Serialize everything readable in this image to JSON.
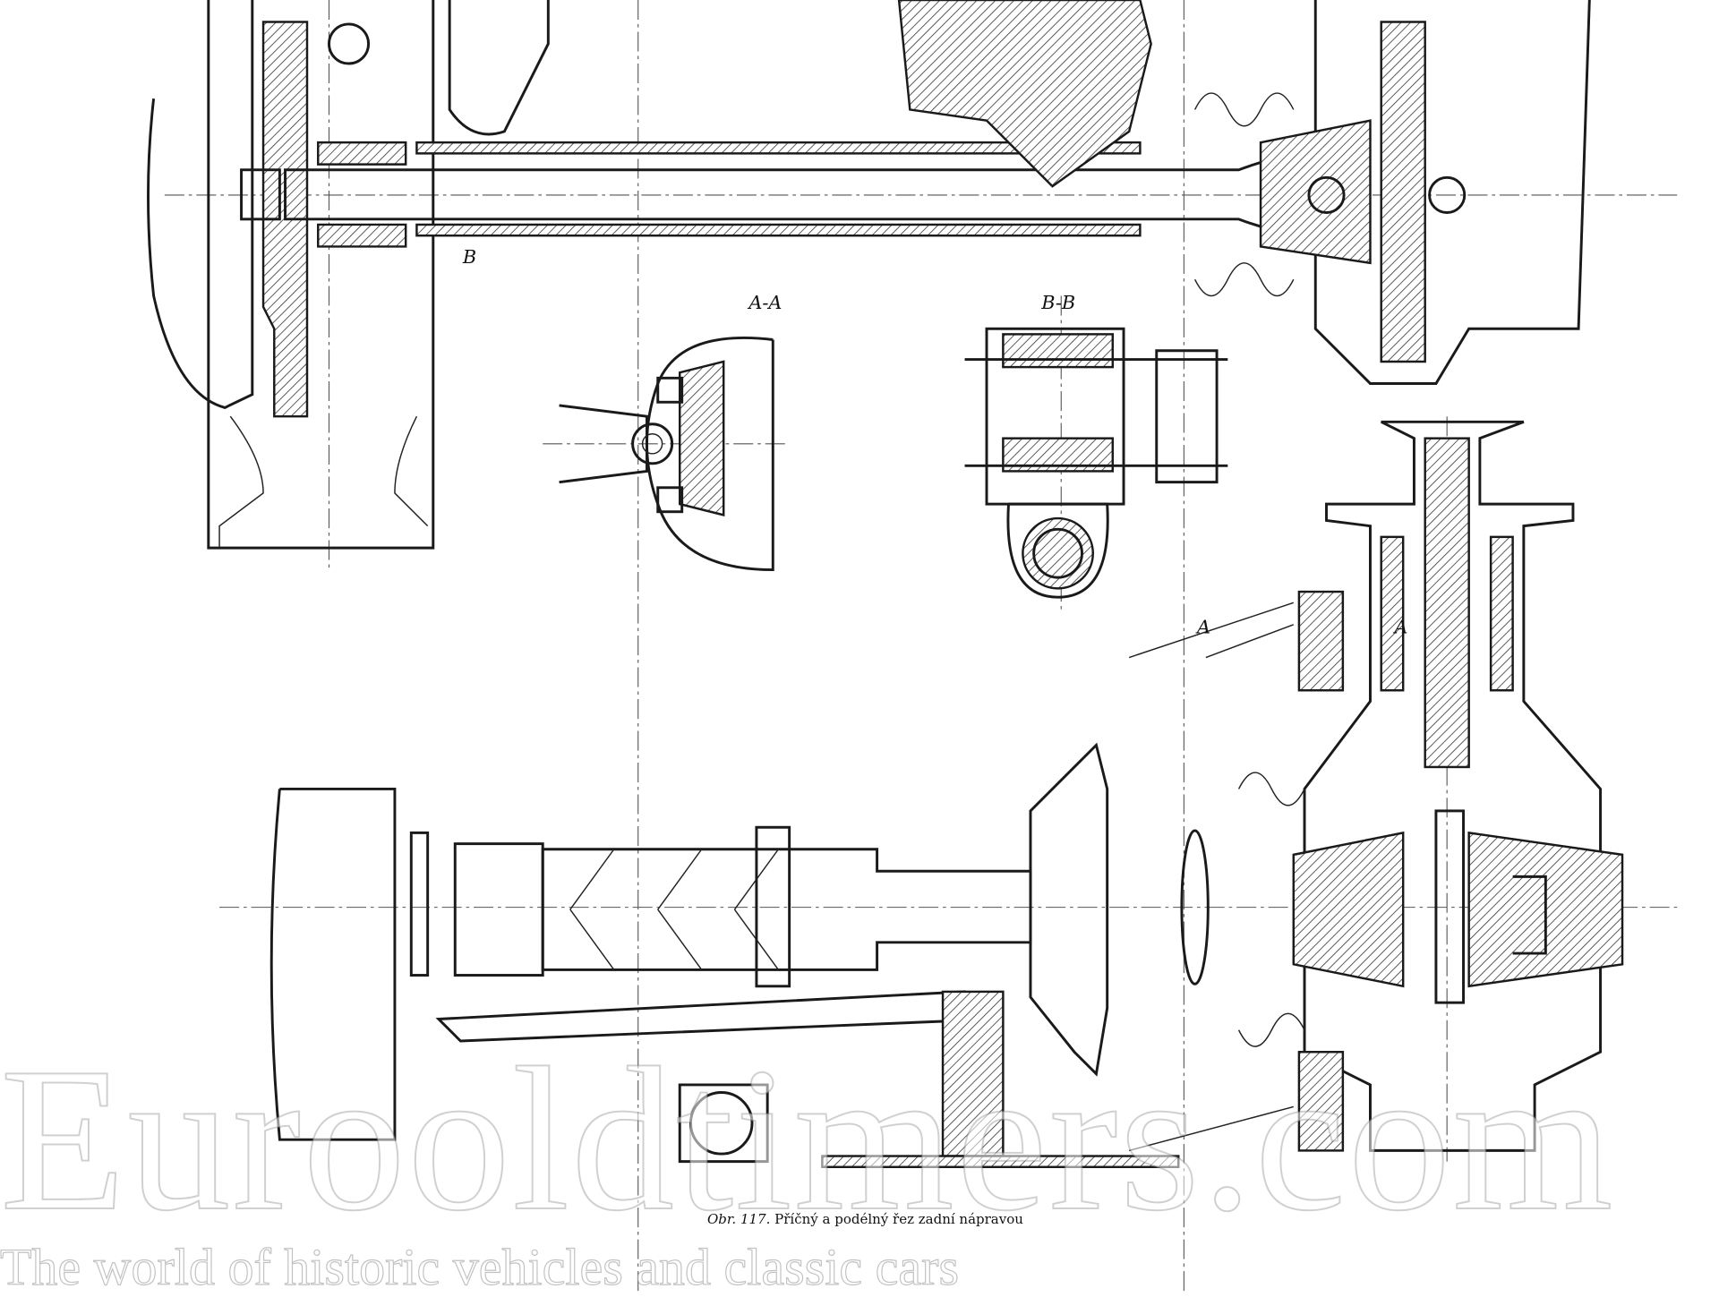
{
  "caption": {
    "figure": "Obr. 117.",
    "text": "Příčný a podélný řez zadní nápravou"
  },
  "section_labels": {
    "aa": "A-A",
    "bb": "B-B",
    "a_left": "A",
    "a_right": "A",
    "b": "B"
  },
  "watermark": {
    "brand": "Eurooldtimers.com",
    "tagline": "The world of historic vehicles and classic cars"
  }
}
